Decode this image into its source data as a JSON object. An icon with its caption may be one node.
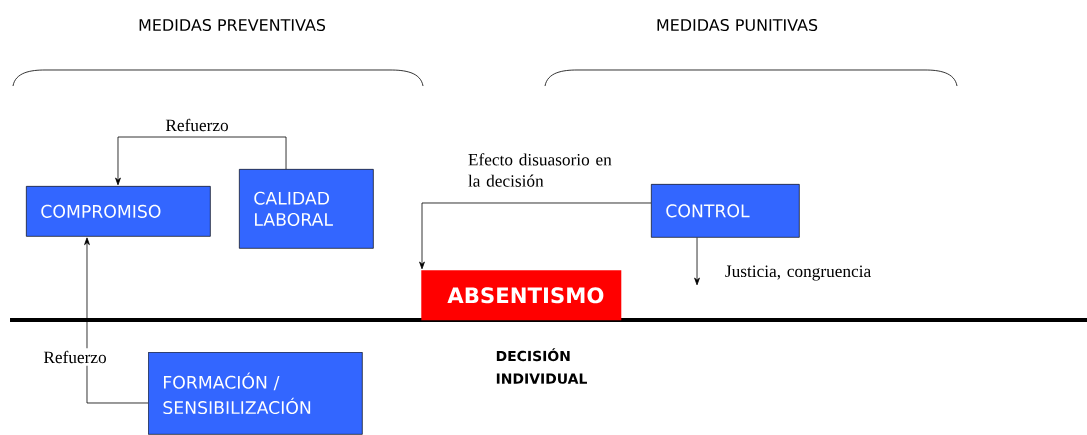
{
  "diagram": {
    "nodes": [
      {
        "text": [
          "COMPROMISO"
        ]
      },
      {
        "text": [
          "CALIDAD LABORAL"
        ]
      },
      {
        "text": [
          "CONTROL"
        ]
      },
      {
        "text": [
          "ABSENTISMO"
        ]
      },
      {
        "text": [
          "FORMACIÓN / SENSIBILIZACIÓN"
        ]
      }
    ],
    "edges": [
      {
        "from": 1,
        "to": 0,
        "arrow": "to",
        "label": "Refuerzo"
      },
      {
        "from": 4,
        "to": 0,
        "arrow": "to",
        "label": "Refuerzo"
      },
      {
        "from": 2,
        "to": 3,
        "arrow": "to",
        "label": "Efecto disuasorio en la decisión"
      },
      {
        "from": 2,
        "to": null,
        "arrow": "to",
        "label": "Justicia, congruencia"
      }
    ],
    "labels": [
      "MEDIDAS PREVENTIVAS",
      "MEDIDAS PUNITIVAS",
      "DECISIÓN INDIVIDUAL"
    ]
  }
}
